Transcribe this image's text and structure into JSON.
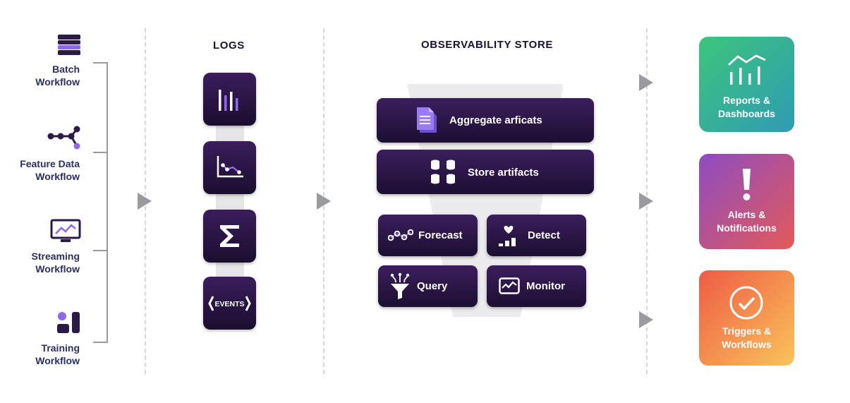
{
  "sources": [
    {
      "line1": "Batch",
      "line2": "Workflow",
      "icon": "database-stack-icon"
    },
    {
      "line1": "Feature Data",
      "line2": "Workflow",
      "icon": "node-graph-icon"
    },
    {
      "line1": "Streaming",
      "line2": "Workflow",
      "icon": "monitor-chart-icon"
    },
    {
      "line1": "Training",
      "line2": "Workflow",
      "icon": "training-shapes-icon"
    }
  ],
  "logs": {
    "title": "LOGS",
    "tiles": [
      "bar-chart-icon",
      "line-chart-icon",
      "sigma-icon",
      "events-icon"
    ],
    "events_text": "EVENTS"
  },
  "store": {
    "title": "OBSERVABILITY STORE",
    "aggregate": "Aggregate arficats",
    "store_artifacts": "Store artifacts",
    "forecast": "Forecast",
    "detect": "Detect",
    "query": "Query",
    "monitor": "Monitor"
  },
  "outputs": [
    {
      "line1": "Reports &",
      "line2": "Dashboards",
      "icon": "dashboard-chart-icon",
      "gradient": [
        "#3cc57c",
        "#2f9bb3"
      ]
    },
    {
      "line1": "Alerts &",
      "line2": "Notifications",
      "icon": "exclamation-icon",
      "gradient": [
        "#8c4cc2",
        "#e35a5a"
      ]
    },
    {
      "line1": "Triggers &",
      "line2": "Workflows",
      "icon": "check-circle-icon",
      "gradient": [
        "#ee5b45",
        "#fac45a"
      ]
    }
  ],
  "colors": {
    "accent_purple": "#8f6ae8",
    "tile_dark": "#1c0f31",
    "label_navy": "#2a2f62",
    "arrow_gray": "#9a9ba0"
  }
}
